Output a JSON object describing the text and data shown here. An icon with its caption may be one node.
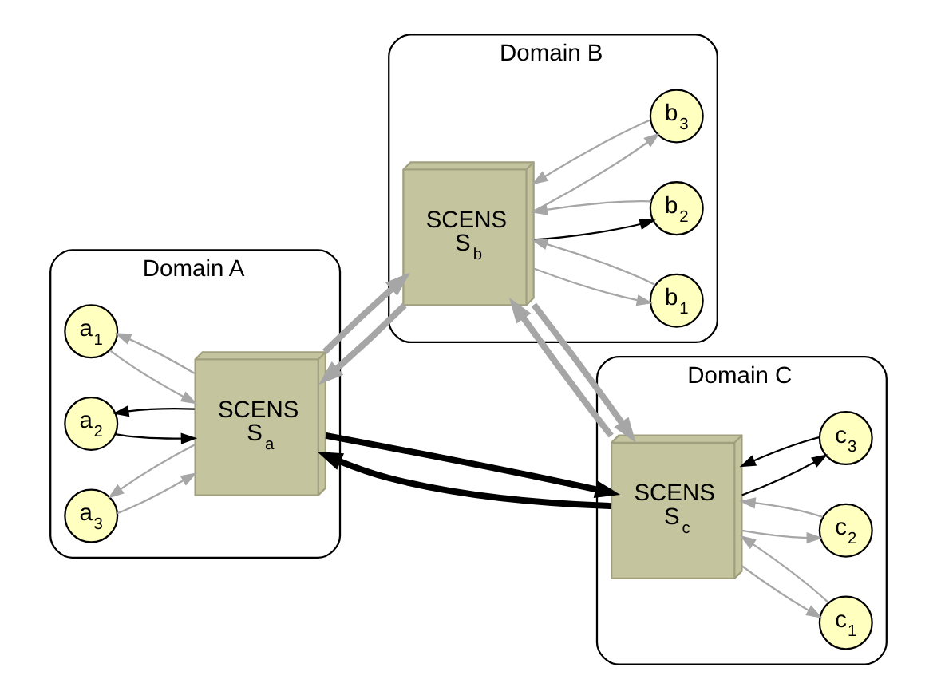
{
  "diagram": {
    "nodes": [
      {
        "text": [
          "Domain A"
        ]
      },
      {
        "text": [
          "a$_{1}$"
        ],
        "in": 0
      },
      {
        "text": [
          "a$_{2}$"
        ],
        "in": 0
      },
      {
        "text": [
          "a$_{3}$"
        ],
        "in": 0
      },
      {
        "text": [
          "SCENS",
          "S$_{a}$"
        ],
        "in": 0
      },
      {
        "text": [
          "Domain B"
        ]
      },
      {
        "text": [
          "SCENS",
          "S$_{b}$"
        ],
        "in": 5
      },
      {
        "text": [
          "b$_{1}$"
        ],
        "in": 5
      },
      {
        "text": [
          "b$_{2}$"
        ],
        "in": 5
      },
      {
        "text": [
          "b$_{3}$"
        ],
        "in": 5
      },
      {
        "text": [
          "Domain C"
        ]
      },
      {
        "text": [
          "SCENS",
          "S$_{c}$"
        ],
        "in": 10
      },
      {
        "text": [
          "c$_{1}$"
        ],
        "in": 10
      },
      {
        "text": [
          "c$_{2}$"
        ],
        "in": 10
      },
      {
        "text": [
          "c$_{3}$"
        ],
        "in": 10
      }
    ],
    "edges": [
      {
        "from": 1,
        "to": 4,
        "arrow": "to"
      },
      {
        "from": 4,
        "to": 1,
        "arrow": "to"
      },
      {
        "from": 2,
        "to": 4,
        "arrow": "to",
        "color": "#000000"
      },
      {
        "from": 4,
        "to": 2,
        "arrow": "to",
        "color": "#000000"
      },
      {
        "from": 3,
        "to": 4,
        "arrow": "to"
      },
      {
        "from": 4,
        "to": 3,
        "arrow": "to"
      },
      {
        "from": 4,
        "to": 6,
        "arrow": "to",
        "style": "thick"
      },
      {
        "from": 6,
        "to": 4,
        "arrow": "to",
        "style": "thick"
      },
      {
        "from": 6,
        "to": 7,
        "arrow": "to"
      },
      {
        "from": 7,
        "to": 6,
        "arrow": "to"
      },
      {
        "from": 6,
        "to": 8,
        "arrow": "to",
        "color": "#000000"
      },
      {
        "from": 8,
        "to": 6,
        "arrow": "to"
      },
      {
        "from": 6,
        "to": 9,
        "arrow": "to"
      },
      {
        "from": 9,
        "to": 6,
        "arrow": "to"
      },
      {
        "from": 4,
        "to": 11,
        "arrow": "to",
        "style": "thick",
        "color": "#000000"
      },
      {
        "from": 11,
        "to": 4,
        "arrow": "to",
        "style": "thick",
        "color": "#000000"
      },
      {
        "from": 6,
        "to": 11,
        "arrow": "to",
        "style": "thick"
      },
      {
        "from": 11,
        "to": 6,
        "arrow": "to",
        "style": "thick"
      },
      {
        "from": 11,
        "to": 12,
        "arrow": "to"
      },
      {
        "from": 12,
        "to": 11,
        "arrow": "to"
      },
      {
        "from": 11,
        "to": 13,
        "arrow": "to"
      },
      {
        "from": 13,
        "to": 11,
        "arrow": "to"
      },
      {
        "from": 11,
        "to": 14,
        "arrow": "to",
        "color": "#000000"
      },
      {
        "from": 14,
        "to": 11,
        "arrow": "to",
        "color": "#000000"
      }
    ]
  }
}
